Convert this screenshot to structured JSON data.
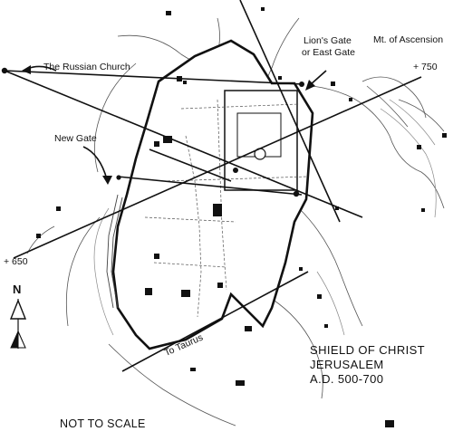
{
  "labels": {
    "russian_church": "The Russian Church",
    "lions_gate": "Lion's Gate",
    "east_gate": "or East Gate",
    "mt_ascension": "Mt. of Ascension",
    "new_gate": "New Gate",
    "plus_750": "+ 750",
    "plus_650": "+ 650",
    "to_taurus": "To Taurus",
    "north": "N",
    "title_line1": "SHIELD OF CHRIST",
    "title_line2": "JERUSALEM",
    "title_line3": "A.D. 500-700",
    "scale_note": "NOT TO SCALE"
  },
  "colors": {
    "ink": "#111111",
    "paper": "#ffffff"
  },
  "icons": {
    "compass": "north-arrow-icon",
    "pointer": "arrow-pointer-icon"
  }
}
